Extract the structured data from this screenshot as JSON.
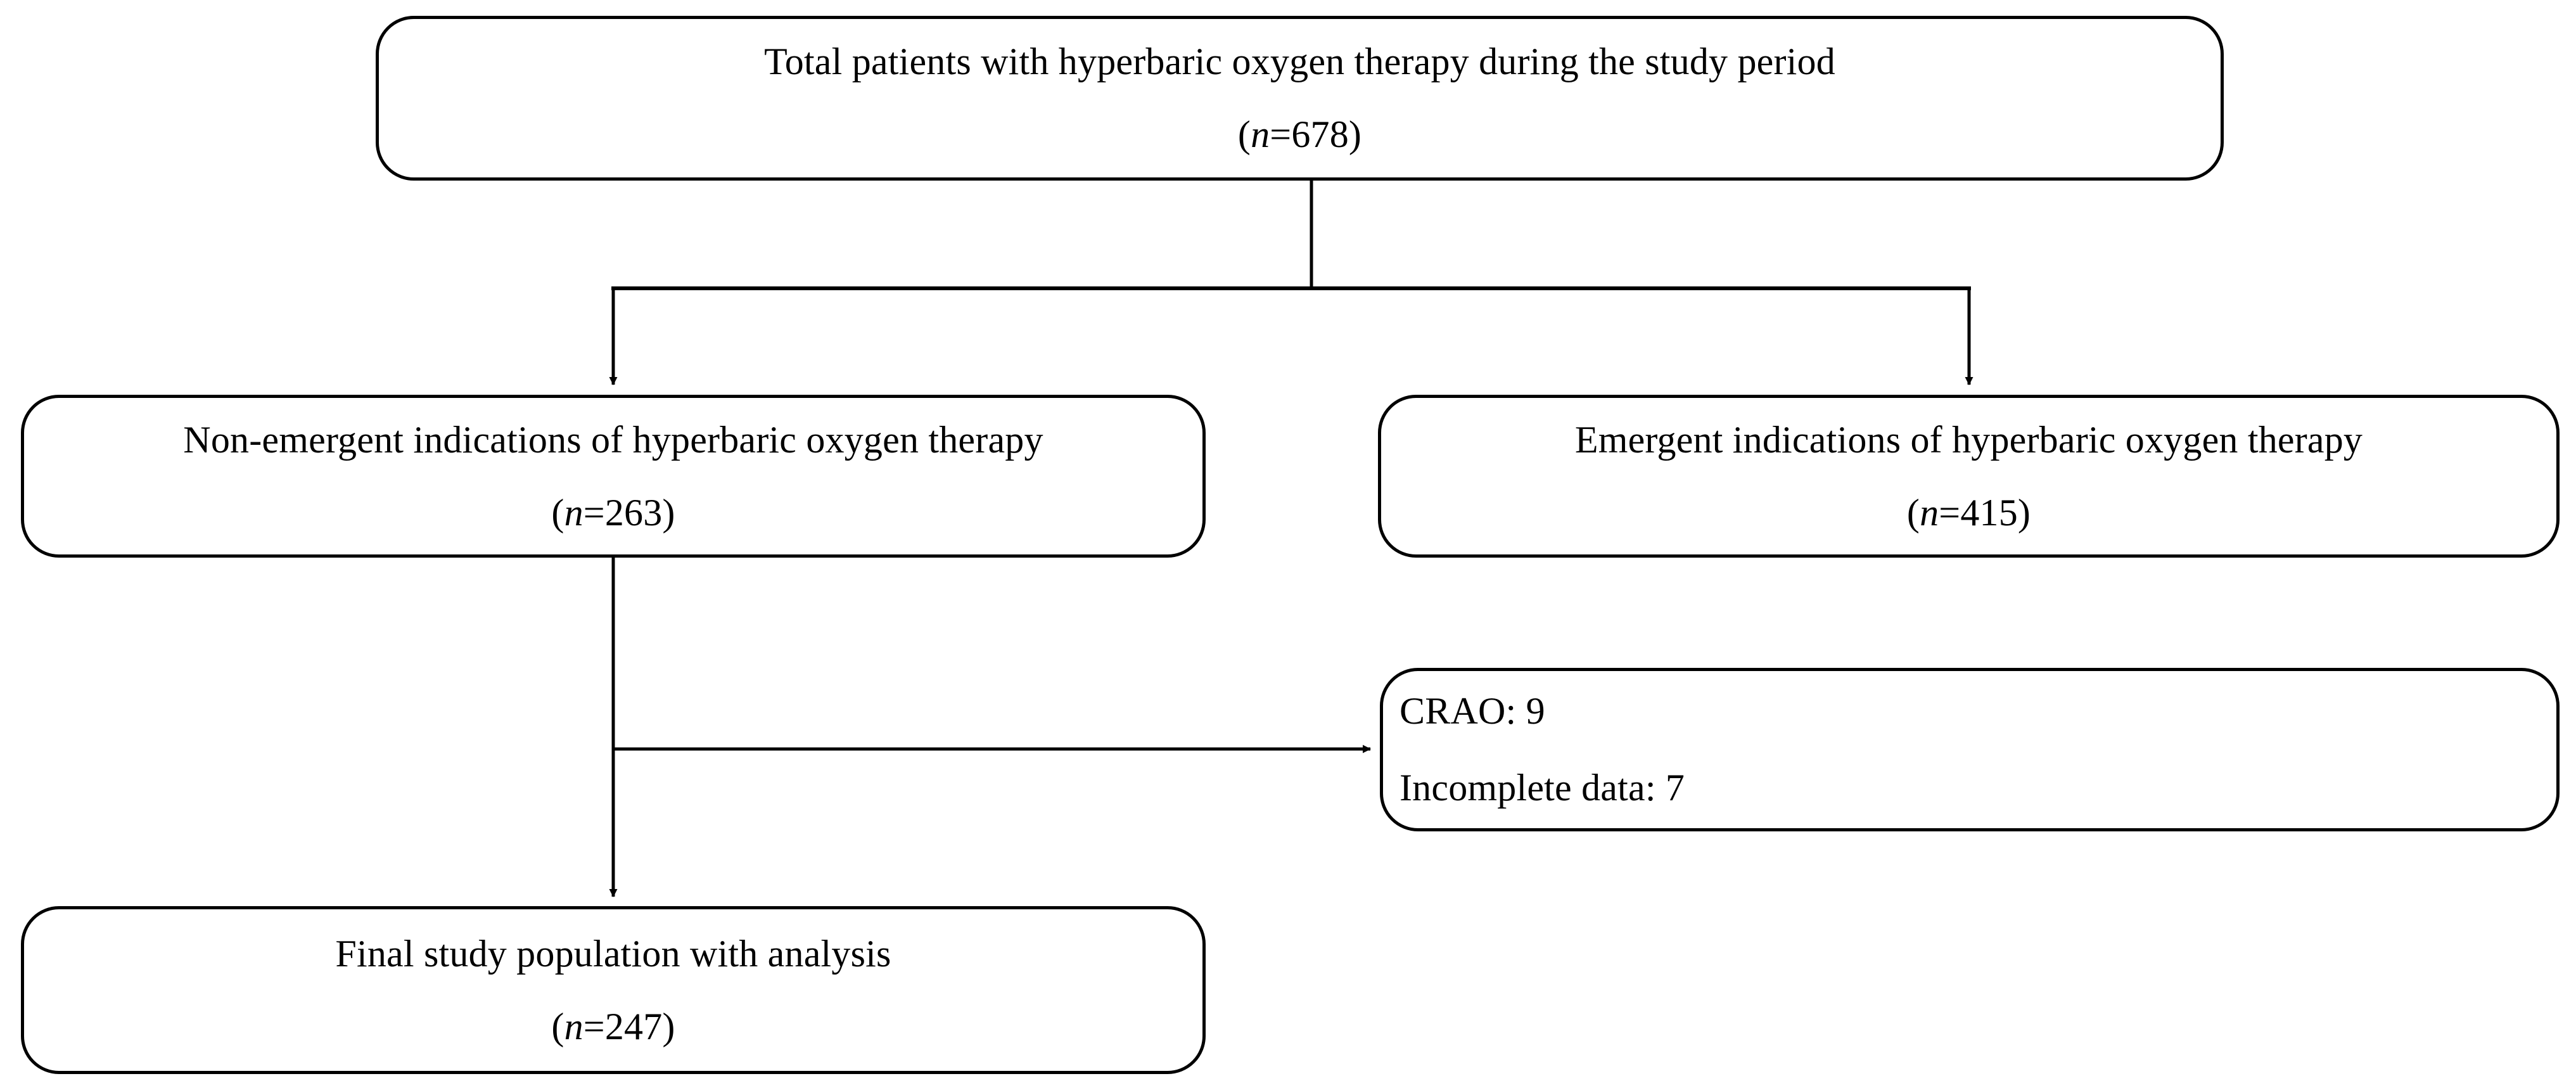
{
  "diagram": {
    "type": "study-flow-chart",
    "line_color": "#000000",
    "box_fill": "#ffffff",
    "nodes": [
      {
        "id": "total",
        "line1": "Total patients with hyperbaric oxygen therapy during the study period",
        "symbol": "n",
        "count_prefix": "(",
        "count_eq": "=",
        "count_value": "678",
        "count_suffix": ")"
      },
      {
        "id": "non-emergent",
        "line1": "Non-emergent indications of hyperbaric oxygen therapy",
        "symbol": "n",
        "count_prefix": "(",
        "count_eq": "=",
        "count_value": "263",
        "count_suffix": ")"
      },
      {
        "id": "emergent",
        "line1": "Emergent indications of hyperbaric oxygen therapy",
        "symbol": "n",
        "count_prefix": "(",
        "count_eq": "=",
        "count_value": "415",
        "count_suffix": ")"
      },
      {
        "id": "excluded",
        "line1": "CRAO: 9",
        "line2": "Incomplete data: 7"
      },
      {
        "id": "final",
        "line1": "Final study population with analysis",
        "symbol": "n",
        "count_prefix": "(",
        "count_eq": "=",
        "count_value": "247",
        "count_suffix": ")"
      }
    ],
    "connectors": [
      {
        "name": "total-to-split",
        "kind": "vertical-with-tee"
      },
      {
        "name": "split-to-non-emergent",
        "kind": "arrow-down"
      },
      {
        "name": "split-to-emergent",
        "kind": "arrow-down"
      },
      {
        "name": "non-emergent-to-final",
        "kind": "arrow-down"
      },
      {
        "name": "non-emergent-to-excluded",
        "kind": "arrow-right"
      }
    ]
  }
}
